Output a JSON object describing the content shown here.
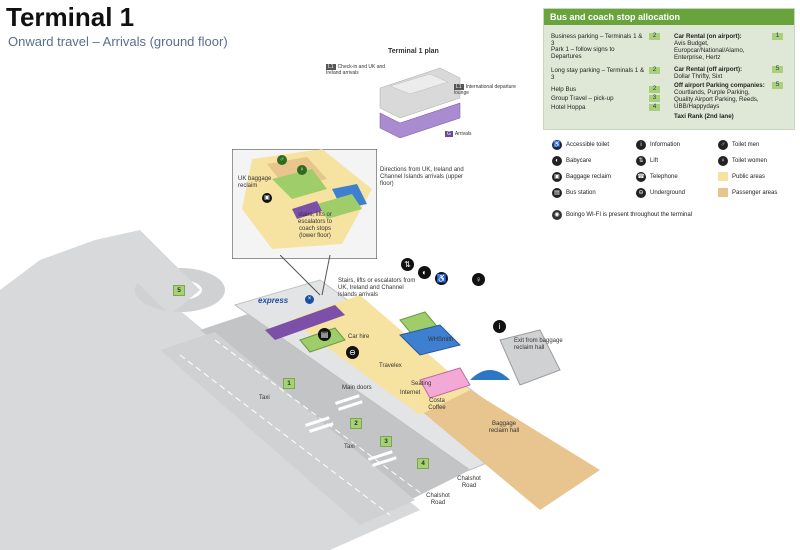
{
  "header": {
    "title": "Terminal 1",
    "subtitle": "Onward travel – Arrivals (ground floor)"
  },
  "plan": {
    "title": "Terminal 1 plan",
    "level1": "L1",
    "checkin": "Check-in and UK and Ireland arrivals",
    "international": "International departure lounge",
    "level0": "G",
    "arrivals": "Arrivals"
  },
  "allocation": {
    "title": "Bus and coach stop allocation",
    "left": [
      {
        "label": "Business parking – Terminals 1 & 3",
        "stop": "2"
      },
      {
        "label": "Park 1 – follow signs to Departures",
        "stop": ""
      },
      {
        "label": "Long stay parking – Terminals 1 & 3",
        "stop": "2"
      },
      {
        "label": "Help Bus",
        "stop": "2"
      },
      {
        "label": "Group Travel – pick-up",
        "stop": "3"
      },
      {
        "label": "Hotel Hoppa",
        "stop": "4"
      }
    ],
    "right": [
      {
        "heading": "Car Rental (on airport):",
        "body": "Avis Budget, Europcar/National/Alamo, Enterprise, Hertz",
        "stop": "1"
      },
      {
        "heading": "Car Rental (off airport):",
        "body": "Dollar Thrifty, Sixt",
        "stop": "5"
      },
      {
        "heading": "Off airport Parking companies:",
        "body": "Courtlands, Purple Parking, Quality Airport Parking, Reeds, UBB/Happydays",
        "stop": "5"
      },
      {
        "heading": "Taxi Rank (2nd lane)",
        "body": "",
        "stop": ""
      }
    ]
  },
  "legend": {
    "items": [
      {
        "icon": "accessible-toilet-icon",
        "glyph": "♿",
        "label": "Accessible toilet"
      },
      {
        "icon": "information-icon",
        "glyph": "i",
        "label": "Information"
      },
      {
        "icon": "toilet-men-icon",
        "glyph": "♂",
        "label": "Toilet men"
      },
      {
        "icon": "babycare-icon",
        "glyph": "◐",
        "label": "Babycare"
      },
      {
        "icon": "lift-icon",
        "glyph": "⇅",
        "label": "Lift"
      },
      {
        "icon": "toilet-women-icon",
        "glyph": "♀",
        "label": "Toilet women"
      },
      {
        "icon": "baggage-reclaim-icon",
        "glyph": "▣",
        "label": "Baggage reclaim"
      },
      {
        "icon": "telephone-icon",
        "glyph": "☎",
        "label": "Telephone"
      },
      {
        "icon": "public-areas-swatch",
        "color": "#f7e3a1",
        "label": "Public areas"
      },
      {
        "icon": "bus-station-icon",
        "glyph": "▤",
        "label": "Bus station"
      },
      {
        "icon": "underground-icon",
        "glyph": "⊖",
        "label": "Underground"
      },
      {
        "icon": "passenger-areas-swatch",
        "color": "#e8c48f",
        "label": "Passenger areas"
      }
    ],
    "wifi": "Boingo WI-FI is present throughout the terminal"
  },
  "map": {
    "inset_uk_baggage": "UK baggage reclaim",
    "inset_directions": "Directions from UK, Ireland and Channel Islands arrivals (upper floor)",
    "inset_stairs": "stairs, lifts or escalators to coach stops (lower floor)",
    "stairs_main": "Stairs, lifts or escalators from UK, Ireland and Channel Islands arrivals",
    "express": "express",
    "car_hire": "Car hire",
    "travelex": "Travelex",
    "wh_smith": "WHSmith",
    "exit_baggage": "Exit from baggage reclaim hall",
    "main_doors": "Main doors",
    "seating": "Seating",
    "internet": "Internet",
    "costa": "Costa Coffee",
    "baggage_hall": "Baggage reclaim hall",
    "taxi1": "Taxi",
    "taxi2": "Taxi",
    "chalshot1": "Chalshot Road",
    "chalshot2": "Chalshot Road",
    "stops": [
      "1",
      "2",
      "3",
      "4",
      "5"
    ]
  },
  "colors": {
    "accent_green": "#69a33c",
    "stop_green": "#a9cf7a",
    "purple": "#7c4fa8",
    "road_grey": "#c9cbcd",
    "passenger_tan": "#e8c48f",
    "public_yellow": "#f7e3a1"
  }
}
